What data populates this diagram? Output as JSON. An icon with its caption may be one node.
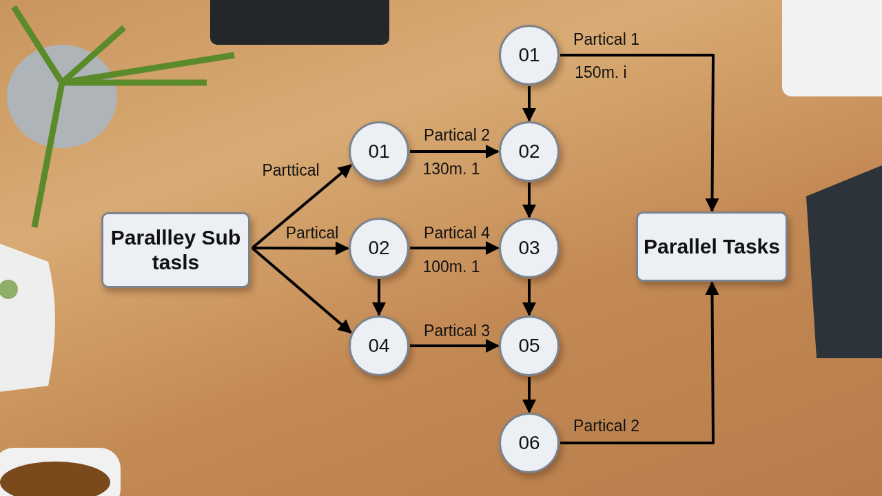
{
  "diagram": {
    "nodes": [
      {
        "text": [
          "Parallley Sub tasls"
        ]
      },
      {
        "text": [
          "01"
        ]
      },
      {
        "text": [
          "02"
        ]
      },
      {
        "text": [
          "04"
        ]
      },
      {
        "text": [
          "01"
        ]
      },
      {
        "text": [
          "02"
        ]
      },
      {
        "text": [
          "03"
        ]
      },
      {
        "text": [
          "05"
        ]
      },
      {
        "text": [
          "06"
        ]
      },
      {
        "text": [
          "Parallel Tasks"
        ]
      }
    ],
    "edges": [
      {
        "from": 0,
        "to": 1,
        "arrow": "to",
        "label": "Parttical"
      },
      {
        "from": 0,
        "to": 2,
        "arrow": "to",
        "label": "Partical"
      },
      {
        "from": 0,
        "to": 3,
        "arrow": "to"
      },
      {
        "from": 1,
        "to": 5,
        "arrow": "to",
        "label": "Partical 2"
      },
      {
        "from": 2,
        "to": 6,
        "arrow": "to",
        "label": "Partical 4"
      },
      {
        "from": 2,
        "to": 3,
        "arrow": "to"
      },
      {
        "from": 3,
        "to": 7,
        "arrow": "to",
        "label": "Partical 3"
      },
      {
        "from": 4,
        "to": 5,
        "arrow": "to"
      },
      {
        "from": 5,
        "to": 6,
        "arrow": "to"
      },
      {
        "from": 6,
        "to": 7,
        "arrow": "to"
      },
      {
        "from": 7,
        "to": 8,
        "arrow": "to"
      },
      {
        "from": 4,
        "to": 9,
        "arrow": "to",
        "label": "Partical 1"
      },
      {
        "from": 8,
        "to": 9,
        "arrow": "to",
        "label": "Partical 2"
      }
    ],
    "labels": [
      "150m. i",
      "130m. 1",
      "100m. 1"
    ]
  }
}
